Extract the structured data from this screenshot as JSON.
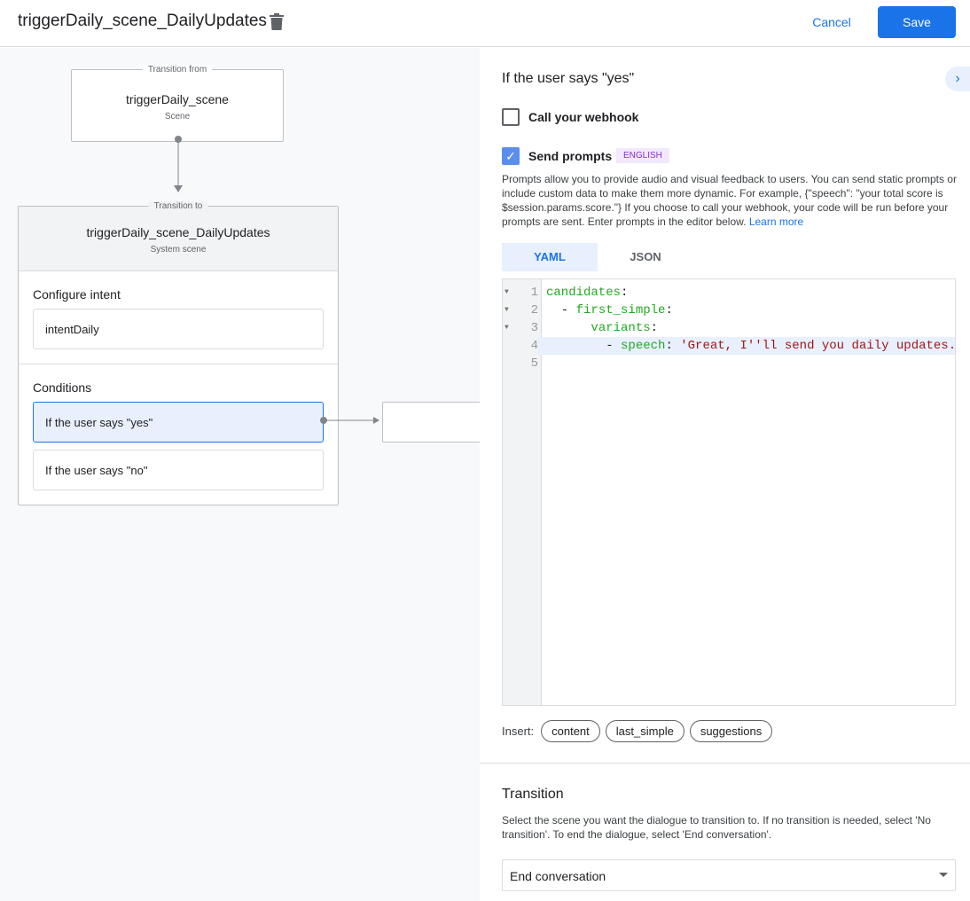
{
  "header": {
    "title": "triggerDaily_scene_DailyUpdates",
    "cancel": "Cancel",
    "save": "Save"
  },
  "canvas": {
    "from": {
      "label": "Transition from",
      "name": "triggerDaily_scene",
      "type": "Scene"
    },
    "to": {
      "label": "Transition to",
      "name": "triggerDaily_scene_DailyUpdates",
      "type": "System scene"
    },
    "configure_intent": "Configure intent",
    "intent": "intentDaily",
    "conditions": "Conditions",
    "condition_items": [
      "If the user says \"yes\"",
      "If the user says \"no\""
    ]
  },
  "panel": {
    "heading": "If the user says \"yes\"",
    "webhook": {
      "label": "Call your webhook",
      "checked": false
    },
    "prompts": {
      "label": "Send prompts",
      "checked": true,
      "badge": "ENGLISH"
    },
    "description": "Prompts allow you to provide audio and visual feedback to users. You can send static prompts or include custom data to make them more dynamic. For example, {\"speech\": \"your total score is $session.params.score.\"} If you choose to call your webhook, your code will be run before your prompts are sent. Enter prompts in the editor below.",
    "learn_more": "Learn more",
    "tabs": [
      "YAML",
      "JSON"
    ],
    "active_tab": "YAML",
    "code_lines": [
      {
        "n": "1",
        "indent": "",
        "key": "candidates",
        "punct": ":",
        "str": ""
      },
      {
        "n": "2",
        "indent": "  - ",
        "key": "first_simple",
        "punct": ":",
        "str": ""
      },
      {
        "n": "3",
        "indent": "      ",
        "key": "variants",
        "punct": ":",
        "str": ""
      },
      {
        "n": "4",
        "indent": "        - ",
        "key": "speech",
        "punct": ": ",
        "str": "'Great, I''ll send you daily updates."
      },
      {
        "n": "5",
        "indent": "",
        "key": "",
        "punct": "",
        "str": ""
      }
    ],
    "insert_label": "Insert:",
    "insert_chips": [
      "content",
      "last_simple",
      "suggestions"
    ],
    "transition": {
      "heading": "Transition",
      "description": "Select the scene you want the dialogue to transition to. If no transition is needed, select 'No transition'. To end the dialogue, select 'End conversation'.",
      "value": "End conversation"
    }
  },
  "colors": {
    "accent": "#1a73e8",
    "yaml_key": "#22a722",
    "yaml_string": "#a31515",
    "badge_bg": "#f3e8fd",
    "badge_text": "#8430ce"
  }
}
